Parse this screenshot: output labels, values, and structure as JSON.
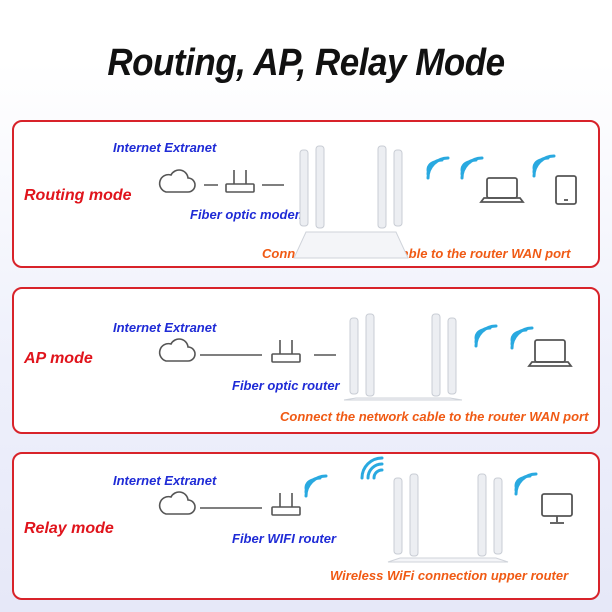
{
  "title": "Routing, AP, Relay Mode",
  "colors": {
    "mode": "#e0141c",
    "blue": "#1f2bd6",
    "orange": "#f05a14",
    "border": "#d8232a",
    "wifi": "#29a9e0"
  },
  "panels": [
    {
      "mode": "Routing mode",
      "source": "Internet Extranet",
      "device": "Fiber optic modem",
      "caption": "Connect the network cable to the router WAN port",
      "icons": [
        "cloud-icon",
        "modem-icon",
        "wifi-icon",
        "laptop-icon",
        "tablet-icon"
      ]
    },
    {
      "mode": "AP mode",
      "source": "Internet Extranet",
      "device": "Fiber optic router",
      "caption": "Connect the network cable to the router WAN port",
      "icons": [
        "cloud-icon",
        "router-icon",
        "wifi-icon",
        "laptop-icon"
      ]
    },
    {
      "mode": "Relay mode",
      "source": "Internet Extranet",
      "device": "Fiber WIFI router",
      "caption": "Wireless WiFi connection upper router",
      "icons": [
        "cloud-icon",
        "wifi-router-icon",
        "wifi-icon",
        "monitor-icon"
      ]
    }
  ]
}
